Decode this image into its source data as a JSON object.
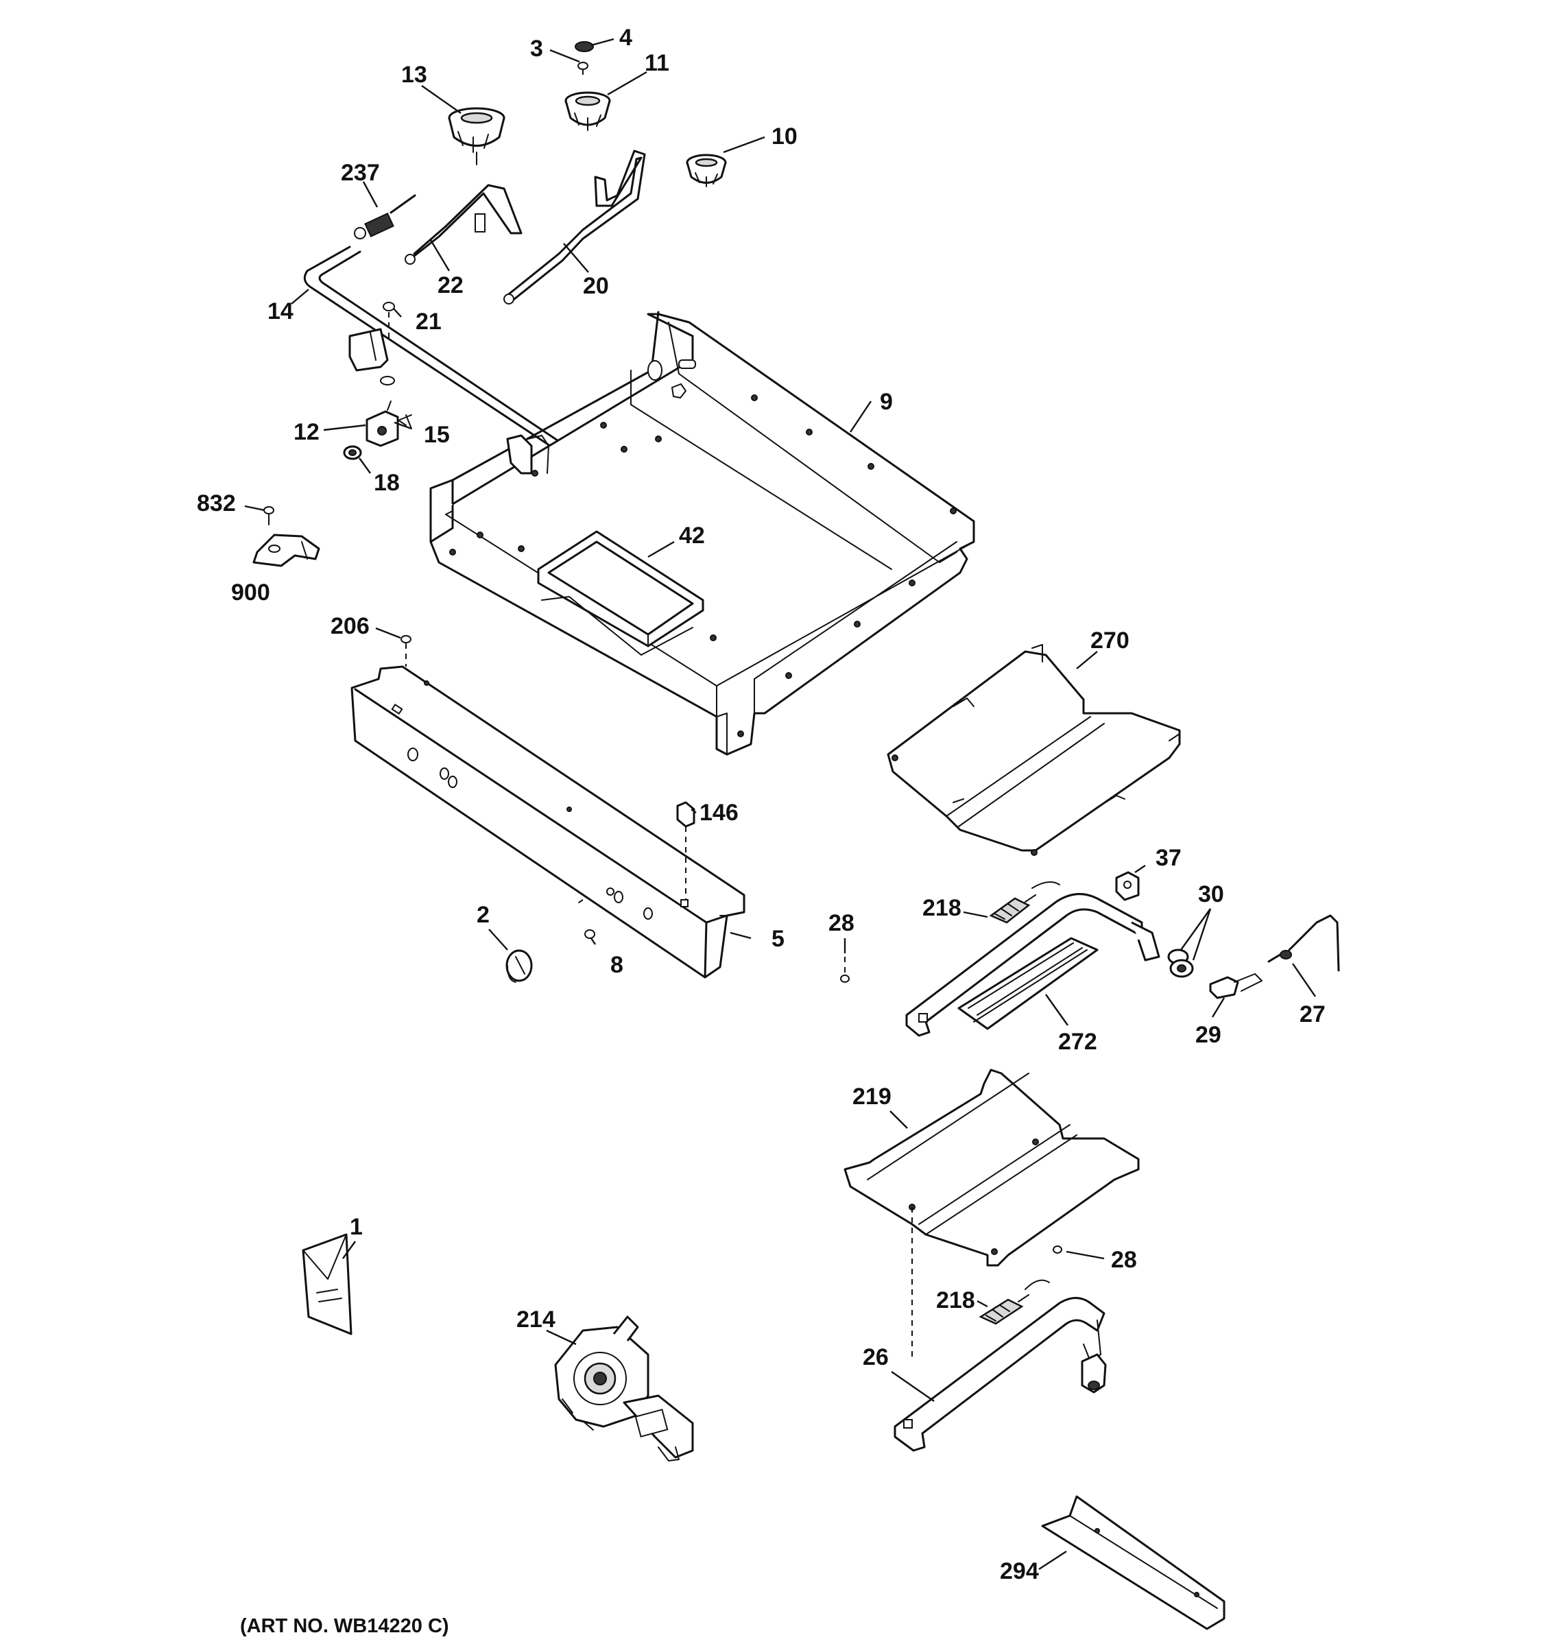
{
  "caption": "(ART NO. WB14220 C)",
  "callouts": [
    {
      "id": "1",
      "text": "1"
    },
    {
      "id": "2",
      "text": "2"
    },
    {
      "id": "3",
      "text": "3"
    },
    {
      "id": "4",
      "text": "4"
    },
    {
      "id": "5",
      "text": "5"
    },
    {
      "id": "8",
      "text": "8"
    },
    {
      "id": "9",
      "text": "9"
    },
    {
      "id": "10",
      "text": "10"
    },
    {
      "id": "11",
      "text": "11"
    },
    {
      "id": "12",
      "text": "12"
    },
    {
      "id": "13",
      "text": "13"
    },
    {
      "id": "14",
      "text": "14"
    },
    {
      "id": "15",
      "text": "15"
    },
    {
      "id": "18",
      "text": "18"
    },
    {
      "id": "20",
      "text": "20"
    },
    {
      "id": "21",
      "text": "21"
    },
    {
      "id": "22",
      "text": "22"
    },
    {
      "id": "26",
      "text": "26"
    },
    {
      "id": "27",
      "text": "27"
    },
    {
      "id": "28a",
      "text": "28"
    },
    {
      "id": "28b",
      "text": "28"
    },
    {
      "id": "29",
      "text": "29"
    },
    {
      "id": "30",
      "text": "30"
    },
    {
      "id": "37",
      "text": "37"
    },
    {
      "id": "42",
      "text": "42"
    },
    {
      "id": "146",
      "text": "146"
    },
    {
      "id": "206",
      "text": "206"
    },
    {
      "id": "214",
      "text": "214"
    },
    {
      "id": "218a",
      "text": "218"
    },
    {
      "id": "218b",
      "text": "218"
    },
    {
      "id": "219",
      "text": "219"
    },
    {
      "id": "237",
      "text": "237"
    },
    {
      "id": "270",
      "text": "270"
    },
    {
      "id": "272",
      "text": "272"
    },
    {
      "id": "294",
      "text": "294"
    },
    {
      "id": "832",
      "text": "832"
    },
    {
      "id": "900",
      "text": "900"
    }
  ]
}
